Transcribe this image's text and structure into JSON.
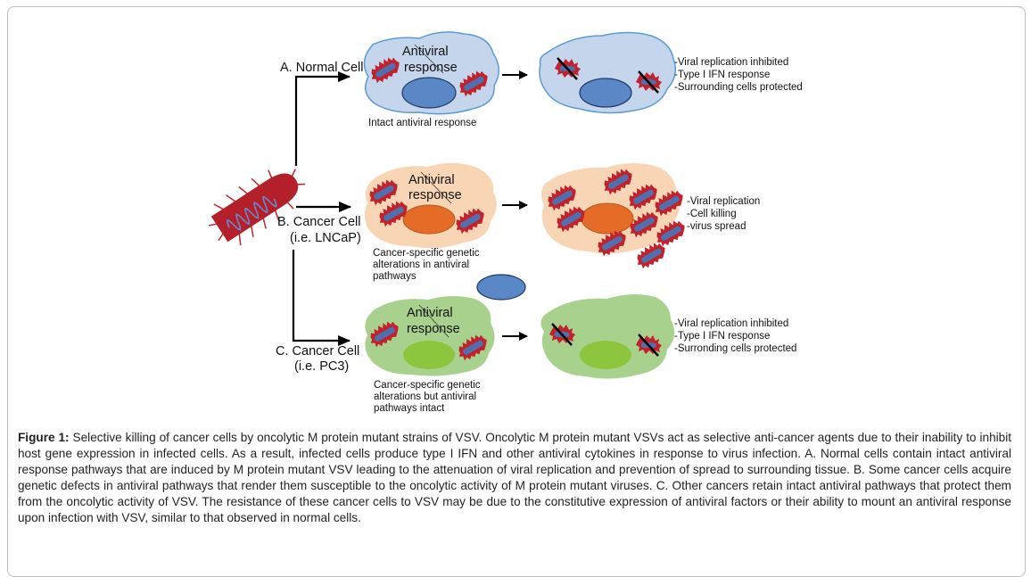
{
  "figure": {
    "virus_label_icon": "vsv-virus-icon",
    "panels": [
      {
        "id": "A",
        "label": "A. Normal Cell",
        "sublabel": "",
        "cell_text_line1": "Antiviral",
        "cell_text_line2": "response",
        "note_lines": [
          "Intact antiviral response"
        ],
        "outcome": [
          "-Viral replication inhibited",
          "-Type I IFN response",
          "-Surrounding cells protected"
        ],
        "colors": {
          "cytoplasm": "#c5d6ec",
          "membrane": "#5b9bd5",
          "nucleus": "#5a87c6"
        }
      },
      {
        "id": "B",
        "label": "B. Cancer Cell",
        "sublabel": "(i.e. LNCaP)",
        "cell_text_line1": "Antiviral",
        "cell_text_line2": "response",
        "note_lines": [
          "Cancer-specific genetic",
          "alterations in antiviral",
          "pathways"
        ],
        "outcome": [
          "-Viral replication",
          "-Cell killing",
          "-virus spread"
        ],
        "colors": {
          "cytoplasm": "#f8d5b5",
          "membrane": "#f8d5b5",
          "nucleus": "#e46c26"
        }
      },
      {
        "id": "C",
        "label": "C. Cancer Cell",
        "sublabel": "(i.e. PC3)",
        "cell_text_line1": "Antiviral",
        "cell_text_line2": "response",
        "note_lines": [
          "Cancer-specific genetic",
          "alterations but antiviral",
          "pathways intact"
        ],
        "outcome": [
          "-Viral replication inhibited",
          "-Type I IFN response",
          "-Surronding cells protected"
        ],
        "colors": {
          "cytoplasm": "#a9d18e",
          "membrane": "#a9d18e",
          "nucleus": "#8cc63f"
        }
      }
    ],
    "colors": {
      "virus_body": "#b3202a",
      "virus_core": "#4f6fae",
      "arrow": "#000000",
      "stray_nucleus": "#5a87c6"
    }
  },
  "caption": {
    "label": "Figure 1:",
    "text": " Selective killing of cancer cells by oncolytic M protein mutant strains of VSV. Oncolytic M protein mutant VSVs act as selective anti-cancer agents due to their inability to inhibit host gene expression in infected cells. As a result, infected cells produce type I IFN and other antiviral cytokines in response to virus infection. A. Normal cells contain intact antiviral response pathways that are induced by M protein mutant VSV leading to the attenuation of viral replication and prevention of spread to surrounding tissue. B. Some cancer cells acquire genetic defects in antiviral pathways that render them susceptible to the oncolytic activity of M protein mutant viruses. C. Other cancers retain intact antiviral pathways that protect them from the oncolytic activity of VSV. The resistance of these cancer cells to VSV may be due to the constitutive expression of antiviral factors or their ability to mount an antiviral response upon infection with VSV, similar to that observed in normal cells."
  }
}
